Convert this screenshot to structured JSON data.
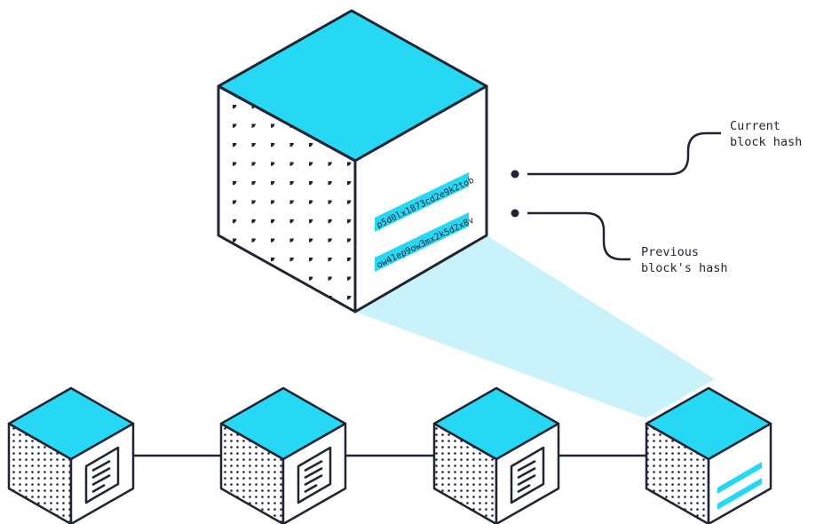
{
  "colors": {
    "cyan": "#27d8f5",
    "cyan_light": "#c9f2fb",
    "ink": "#1f2533",
    "background": "#ffffff"
  },
  "labels": {
    "current_hash_line1": "Current",
    "current_hash_line2": "block hash",
    "previous_hash_line1": "Previous",
    "previous_hash_line2": "block's hash"
  },
  "hashes": {
    "current": "p5d0lx1873cd2e9k2tob",
    "previous": "ow41ep9ow3mx2k5d2x8v"
  },
  "icons": {
    "chain_block_icon": "document-icon",
    "last_block_icon": "hash-lines-icon"
  }
}
